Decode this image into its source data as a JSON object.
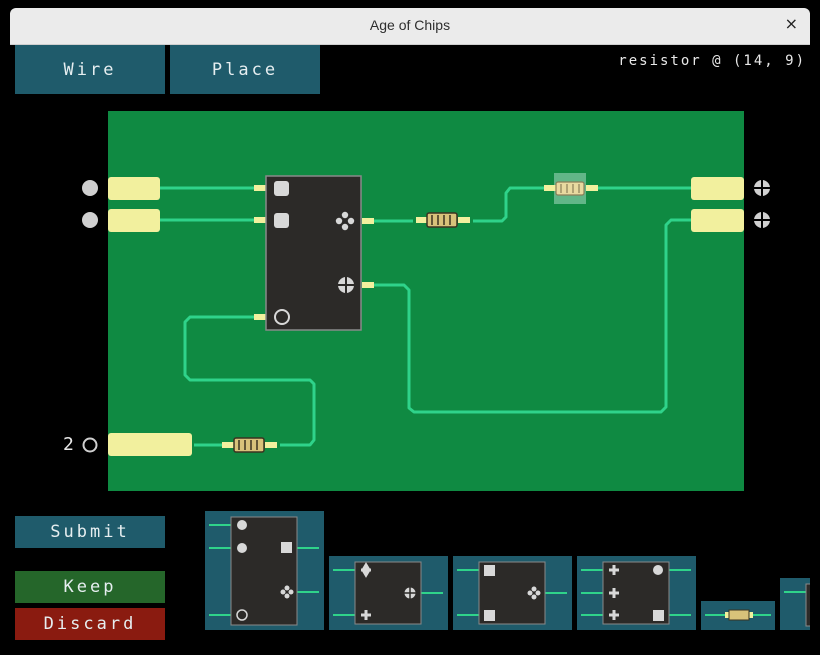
{
  "window": {
    "title": "Age of Chips",
    "close_glyph": "×"
  },
  "toolbar": {
    "wire_label": "Wire",
    "place_label": "Place"
  },
  "status": {
    "text": "resistor @ (14, 9)"
  },
  "inputs": {
    "count_label": "2"
  },
  "actions": {
    "submit_label": "Submit",
    "keep_label": "Keep",
    "discard_label": "Discard"
  },
  "colors": {
    "board": "#0f8a42",
    "trace": "#2fd38a",
    "pad": "#f2f09e",
    "chip": "#2c2a28",
    "button": "#1f5b6b",
    "keep": "#25662a",
    "discard": "#8a1b10",
    "highlight": "#7fc4a0"
  },
  "palette": [
    {
      "name": "chip-large",
      "selected": true
    },
    {
      "name": "chip-medium-a",
      "selected": false
    },
    {
      "name": "chip-medium-b",
      "selected": false
    },
    {
      "name": "chip-medium-c",
      "selected": false
    },
    {
      "name": "resistor",
      "selected": false
    },
    {
      "name": "more",
      "selected": false
    }
  ]
}
